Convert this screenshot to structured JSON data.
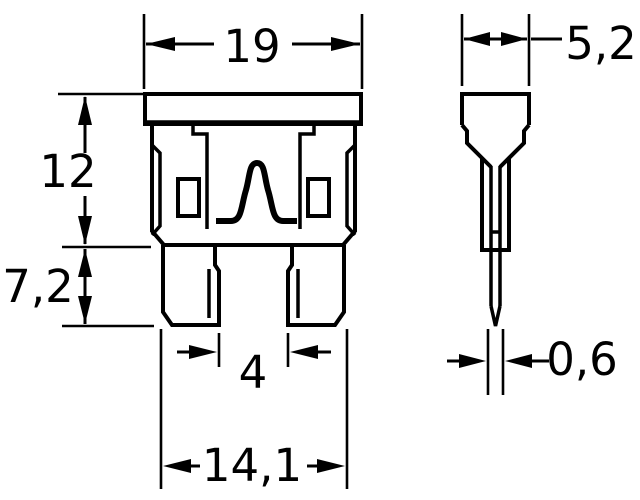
{
  "drawing": {
    "subject": "blade-fuse-technical-drawing",
    "background_color": "#ffffff",
    "line_color": "#000000"
  },
  "dims": {
    "front_width": "19",
    "body_height": "12",
    "blade_height": "7,2",
    "blade_gap": "4",
    "blade_span": "14,1",
    "side_width": "5,2",
    "blade_thickness": "0,6"
  }
}
